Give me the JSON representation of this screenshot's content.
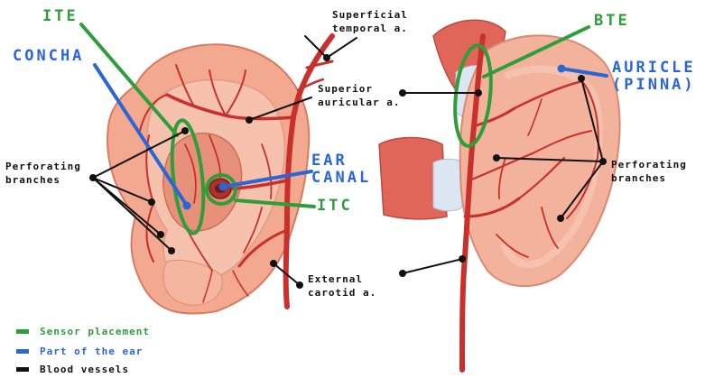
{
  "colors": {
    "green": "#2e9e3a",
    "blue": "#2a66d6",
    "black": "#111111",
    "skin": "#f4b8a0",
    "skin_dark": "#d9826a",
    "artery": "#c9302c",
    "muscle": "#e0665a",
    "tendon": "#dce6f3"
  },
  "labels": {
    "ite": "ITE",
    "concha": "CONCHA",
    "superficial_temporal": "Superficial\ntemporal a.",
    "superior_auricular": "Superior\nauricular a.",
    "perforating_left": "Perforating\nbranches",
    "ear_canal": "EAR\nCANAL",
    "itc": "ITC",
    "external_carotid": "External\ncarotid a.",
    "bte": "BTE",
    "auricle": "AURICLE\n(PINNA)",
    "perforating_right": "Perforating\nbranches"
  },
  "legend": [
    {
      "label": "Sensor placement",
      "color": "#2e9e3a"
    },
    {
      "label": "Part of the ear",
      "color": "#2a66d6"
    },
    {
      "label": "Blood vessels",
      "color": "#111111"
    }
  ]
}
